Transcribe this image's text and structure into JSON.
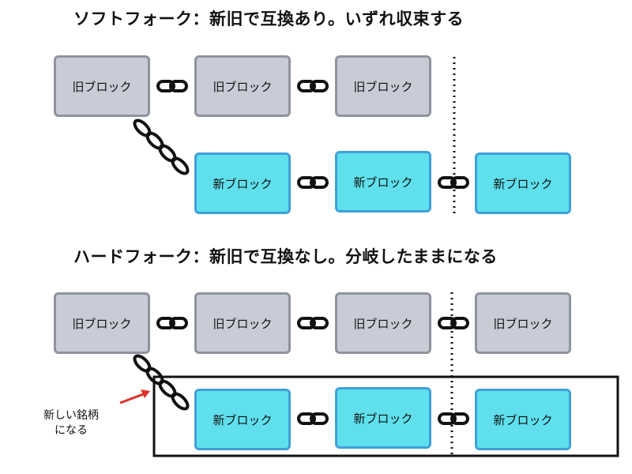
{
  "soft_fork": {
    "title": "ソフトフォーク：新旧で互換あり。いずれ収束する",
    "old_chain": [
      "旧ブロック",
      "旧ブロック",
      "旧ブロック"
    ],
    "new_chain": [
      "新ブロック",
      "新ブロック",
      "新ブロック"
    ]
  },
  "hard_fork": {
    "title": "ハードフォーク：新旧で互換なし。分岐したままになる",
    "old_chain": [
      "旧ブロック",
      "旧ブロック",
      "旧ブロック",
      "旧ブロック"
    ],
    "new_chain": [
      "新ブロック",
      "新ブロック",
      "新ブロック"
    ],
    "annotation": [
      "新しい銘柄",
      "になる"
    ]
  },
  "colors": {
    "old_fill": "#c9ccd6",
    "old_border": "#8f939c",
    "new_fill": "#5fe0ec",
    "new_border": "#3fa0d9",
    "arrow": "#e0302a"
  }
}
